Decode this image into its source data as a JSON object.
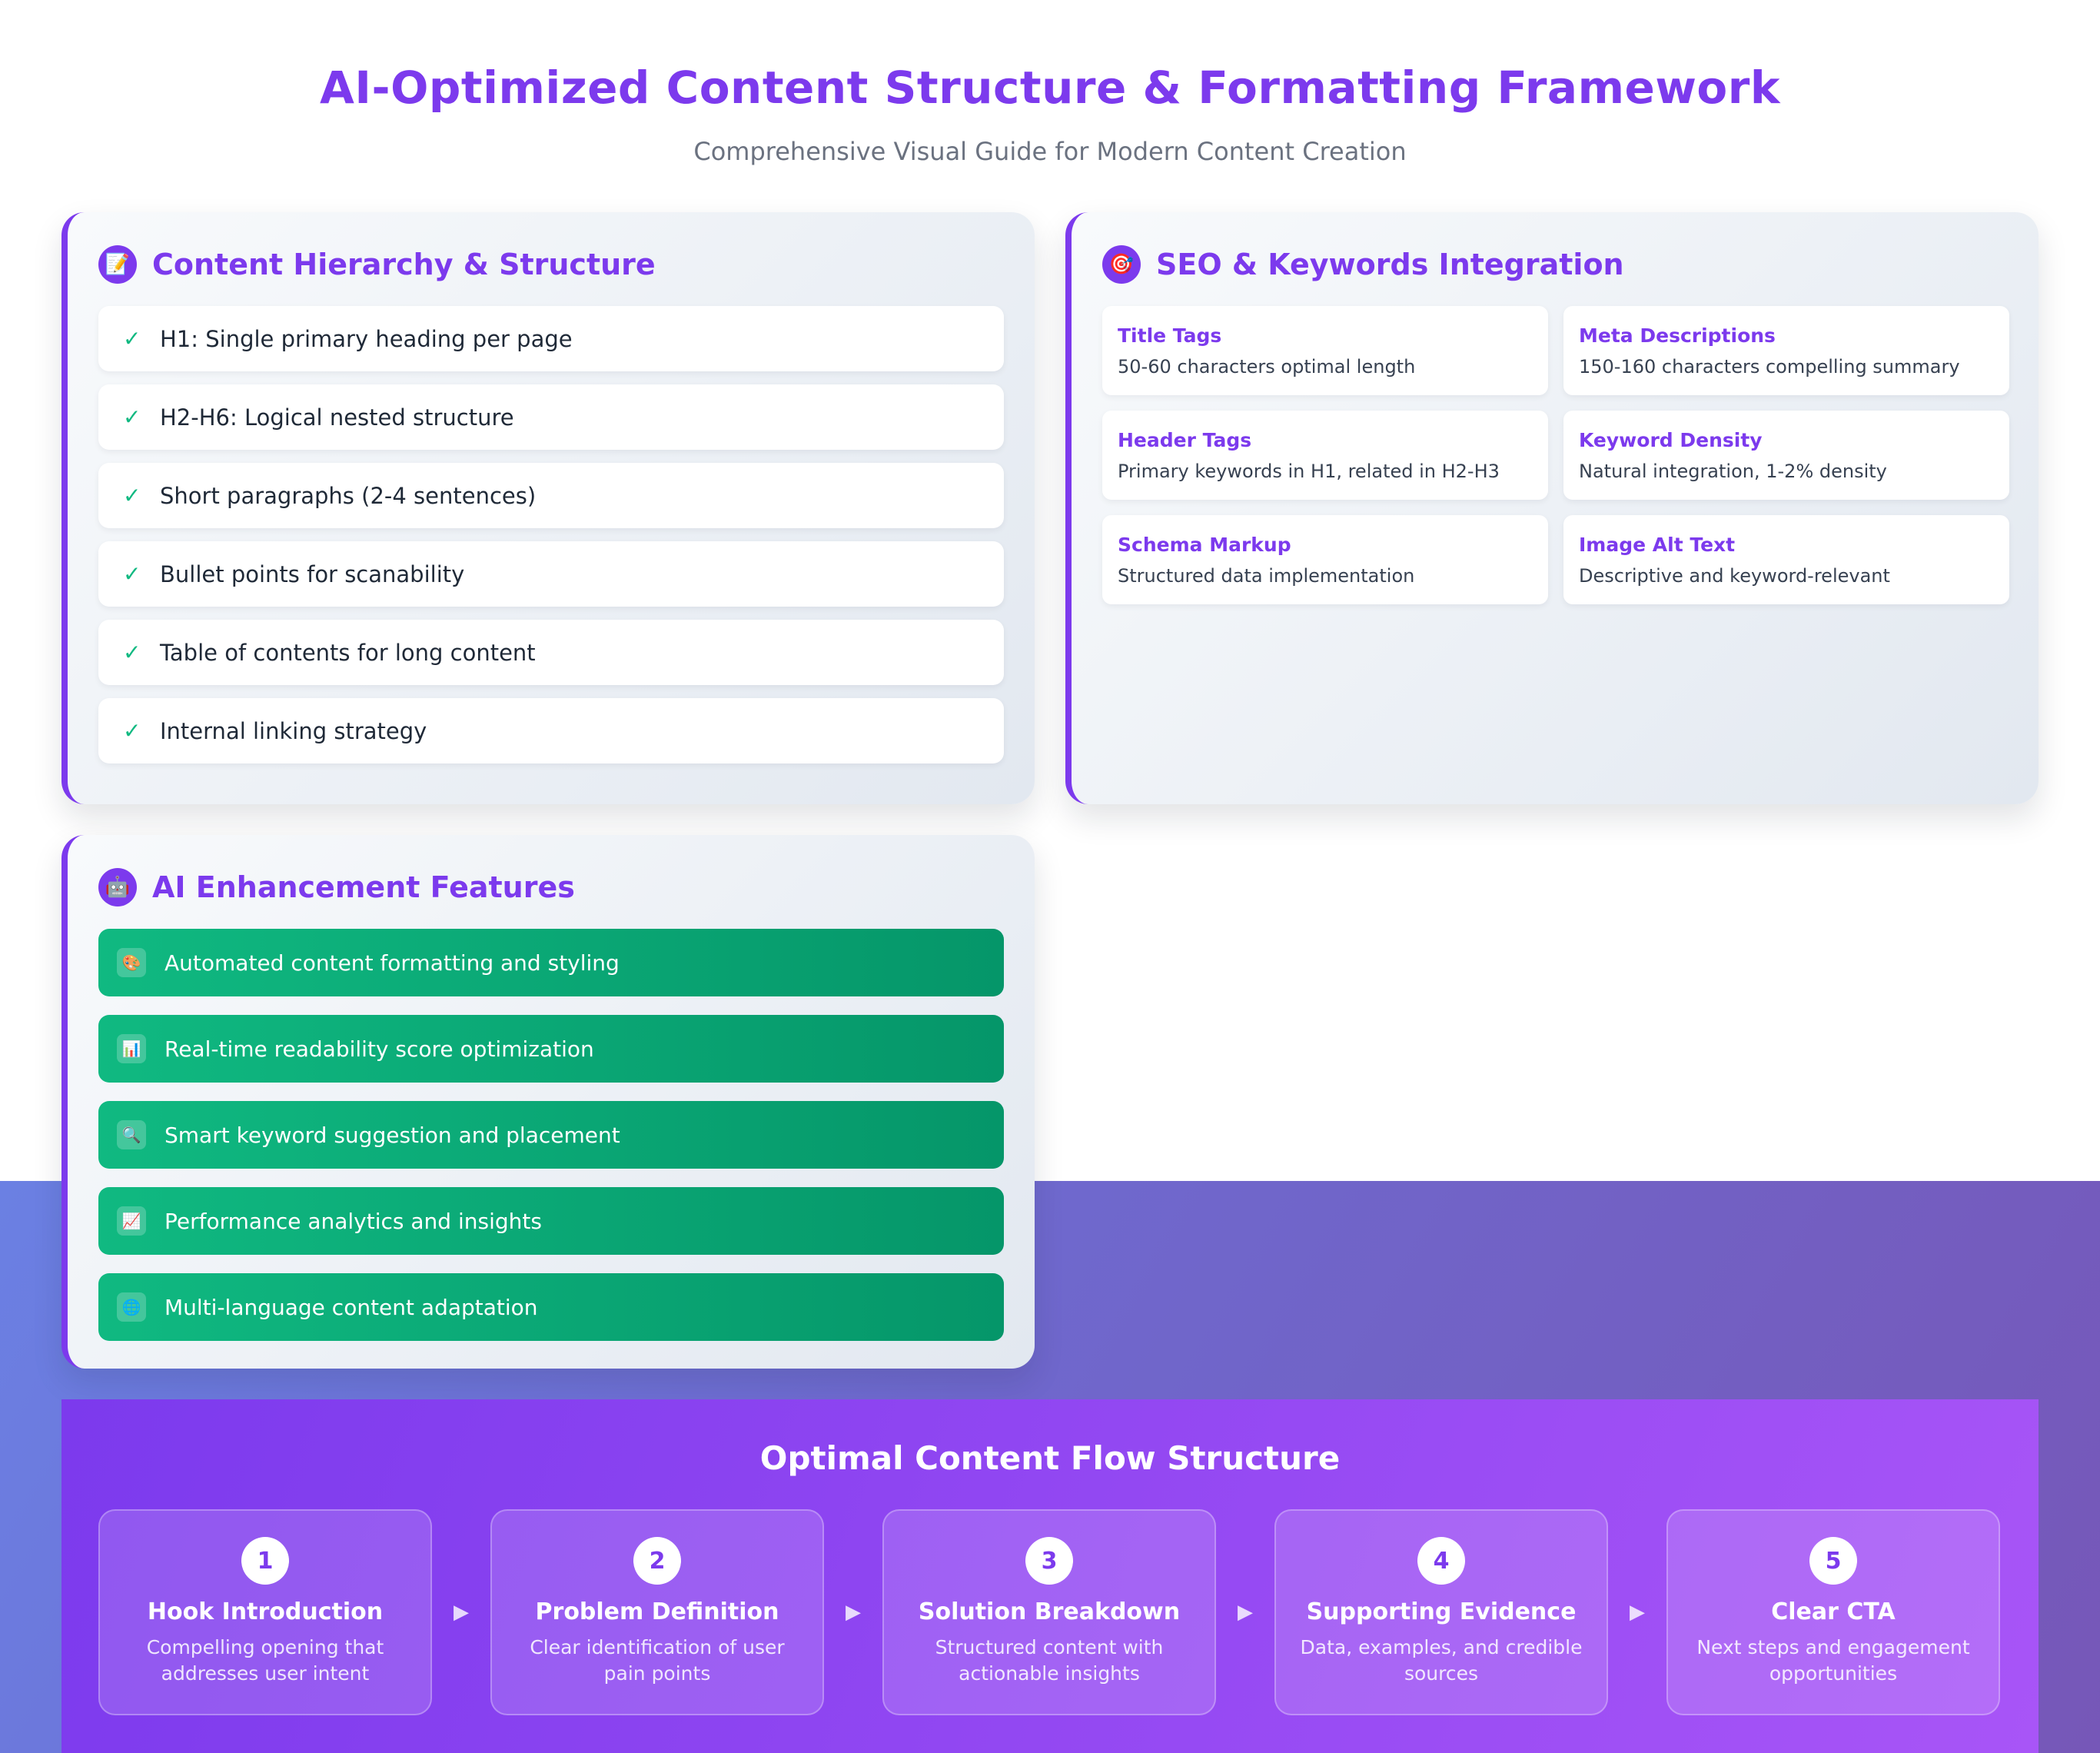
{
  "header": {
    "title": "AI-Optimized Content Structure & Formatting Framework",
    "subtitle": "Comprehensive Visual Guide for Modern Content Creation"
  },
  "hierarchy": {
    "icon": "memo-icon",
    "icon_glyph": "📝",
    "title": "Content Hierarchy & Structure",
    "check_glyph": "✓",
    "items": [
      "H1: Single primary heading per page",
      "H2-H6: Logical nested structure",
      "Short paragraphs (2-4 sentences)",
      "Bullet points for scanability",
      "Table of contents for long content",
      "Internal linking strategy"
    ]
  },
  "seo": {
    "icon": "target-icon",
    "icon_glyph": "🎯",
    "title": "SEO & Keywords Integration",
    "items": [
      {
        "label": "Title Tags",
        "value": "50-60 characters optimal length"
      },
      {
        "label": "Meta Descriptions",
        "value": "150-160 characters compelling summary"
      },
      {
        "label": "Header Tags",
        "value": "Primary keywords in H1, related in H2-H3"
      },
      {
        "label": "Keyword Density",
        "value": "Natural integration, 1-2% density"
      },
      {
        "label": "Schema Markup",
        "value": "Structured data implementation"
      },
      {
        "label": "Image Alt Text",
        "value": "Descriptive and keyword-relevant"
      }
    ]
  },
  "ai": {
    "icon": "robot-icon",
    "icon_glyph": "🤖",
    "title": "AI Enhancement Features",
    "items": [
      {
        "icon": "palette-icon",
        "glyph": "🎨",
        "text": "Automated content formatting and styling"
      },
      {
        "icon": "bar-chart-icon",
        "glyph": "📊",
        "text": "Real-time readability score optimization"
      },
      {
        "icon": "magnifier-icon",
        "glyph": "🔍",
        "text": "Smart keyword suggestion and placement"
      },
      {
        "icon": "trend-chart-icon",
        "glyph": "📈",
        "text": "Performance analytics and insights"
      },
      {
        "icon": "globe-icon",
        "glyph": "🌐",
        "text": "Multi-language content adaptation"
      }
    ]
  },
  "flow": {
    "title": "Optimal Content Flow Structure",
    "arrow_glyph": "▶",
    "steps": [
      {
        "num": "1",
        "title": "Hook Introduction",
        "desc": "Compelling opening that addresses user intent"
      },
      {
        "num": "2",
        "title": "Problem Definition",
        "desc": "Clear identification of user pain points"
      },
      {
        "num": "3",
        "title": "Solution Breakdown",
        "desc": "Structured content with actionable insights"
      },
      {
        "num": "4",
        "title": "Supporting Evidence",
        "desc": "Data, examples, and credible sources"
      },
      {
        "num": "5",
        "title": "Clear CTA",
        "desc": "Next steps and engagement opportunities"
      }
    ]
  },
  "colors": {
    "accent": "#7c3aed",
    "success": "#10b981",
    "success_dark": "#059669",
    "muted": "#6b7280"
  }
}
